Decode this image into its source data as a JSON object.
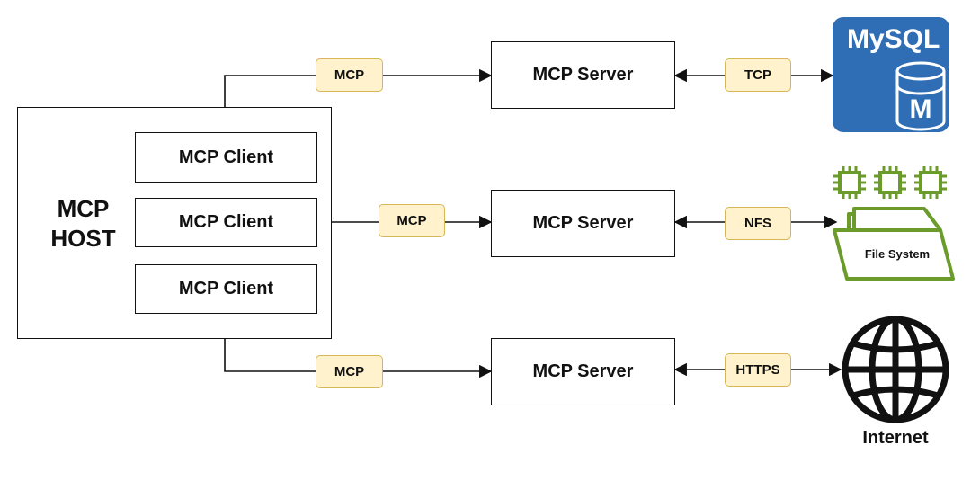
{
  "host": {
    "label_line1": "MCP",
    "label_line2": "HOST"
  },
  "clients": [
    "MCP Client",
    "MCP Client",
    "MCP Client"
  ],
  "servers": [
    "MCP Server",
    "MCP Server",
    "MCP Server"
  ],
  "protocols": {
    "mcp_top": "MCP",
    "mcp_mid": "MCP",
    "mcp_bottom": "MCP",
    "tcp": "TCP",
    "nfs": "NFS",
    "https": "HTTPS"
  },
  "resources": {
    "mysql": {
      "logo_text": "MySQL",
      "badge": "M",
      "color": "#2f6db5",
      "icon": "database-icon"
    },
    "filesystem": {
      "label": "File System",
      "color": "#6a9b2b",
      "icon": "folder-icon"
    },
    "internet": {
      "label": "Internet",
      "icon": "globe-icon"
    }
  },
  "colors": {
    "tag_fill": "#fff2cc",
    "tag_border": "#d6b656",
    "line": "#111111"
  }
}
